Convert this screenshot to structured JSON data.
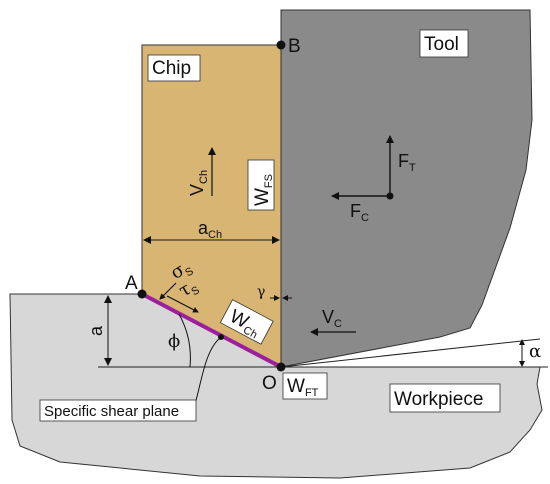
{
  "labels": {
    "tool": "Tool",
    "chip": "Chip",
    "workpiece": "Workpiece",
    "point_a": "A",
    "point_b": "B",
    "point_o": "O",
    "shear_plane": "Specific shear plane"
  },
  "symbols": {
    "v_ch": {
      "main": "V",
      "sub": "Ch"
    },
    "w_fs": {
      "main": "W",
      "sub": "FS"
    },
    "a_ch": {
      "main": "a",
      "sub": "Ch"
    },
    "f_t": {
      "main": "F",
      "sub": "T"
    },
    "f_c": {
      "main": "F",
      "sub": "C"
    },
    "v_c": {
      "main": "V",
      "sub": "C"
    },
    "w_ch": {
      "main": "W",
      "sub": "Ch"
    },
    "w_ft": {
      "main": "W",
      "sub": "FT"
    },
    "sigma_s": {
      "main": "σ",
      "sub": "S"
    },
    "tau_s": {
      "main": "τ",
      "sub": "S"
    },
    "gamma": "γ",
    "phi": "ϕ",
    "alpha": "α",
    "a": "a"
  },
  "colors": {
    "chip_fill": "#d9b574",
    "tool_fill": "#8a8a8a",
    "workpiece_fill": "#d7d7d7",
    "shear_line": "#9c1fa0",
    "outline": "#222222"
  }
}
